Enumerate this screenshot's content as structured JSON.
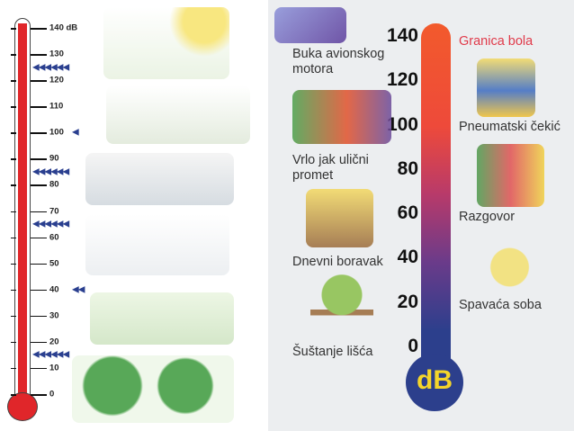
{
  "left_scale": {
    "unit": "dB",
    "ticks": [
      "140",
      "130",
      "120",
      "110",
      "100",
      "90",
      "80",
      "70",
      "60",
      "50",
      "40",
      "30",
      "20",
      "10",
      "0"
    ],
    "top_label": "140 dB",
    "markers": [
      125,
      100,
      85,
      65,
      40,
      15
    ]
  },
  "right_scale": {
    "ticks": [
      "140",
      "120",
      "100",
      "80",
      "60",
      "40",
      "20",
      "0"
    ],
    "bulb_label": "dB",
    "pain_label": "Granica bola",
    "left_labels": [
      "Buka avionskog motora",
      "Vrlo jak ulični promet",
      "Dnevni boravak",
      "Šuštanje lišća"
    ],
    "right_labels": [
      "Pneumatski čekić",
      "Razgovor",
      "Spavaća soba"
    ],
    "colors": {
      "pain": "#e03a4a",
      "top": "#f25a2c",
      "bottom": "#2c3f8c",
      "bulb_text": "#f5d52a"
    }
  }
}
